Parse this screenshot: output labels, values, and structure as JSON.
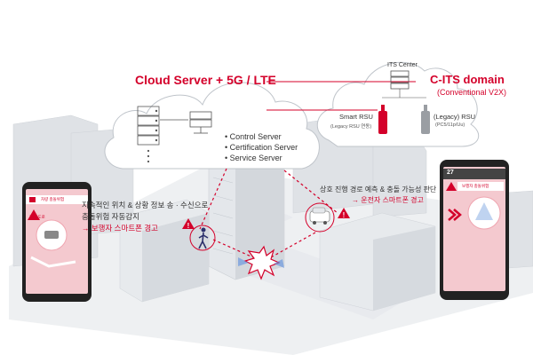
{
  "cloud": {
    "title": "Cloud Server + 5G / LTE",
    "services": [
      "• Control Server",
      "• Certification Server",
      "• Service Server"
    ]
  },
  "cits": {
    "title": "C-ITS domain",
    "subtitle": "(Conventional V2X)",
    "its_center": "ITS Center",
    "smart_rsu": "Smart RSU",
    "smart_rsu_sub": "(Legacy RSU 연동)",
    "legacy_rsu": "(Legacy) RSU",
    "legacy_rsu_sub": "(PC5/11p/Uu)"
  },
  "pedestrian": {
    "line1": "지속적인 위치 & 상황 정보 송 · 수신으로",
    "line2": "충돌위험 자동감지",
    "alert": "→ 보행자 스마트폰 경고"
  },
  "vehicle": {
    "line1": "상호 진행 경로 예측 & 충돌 가능성 판단",
    "alert": "→ 운전자 스마트폰 경고"
  },
  "phone_left": {
    "banner": "차량 충돌위험",
    "label": "전방 도로"
  },
  "phone_right": {
    "time": "27",
    "banner": "보행자 충돌위험"
  },
  "colors": {
    "accent": "#d4002a",
    "line": "#d4002a",
    "building": "#e3e6ea",
    "phone_screen": "#f4c9cf"
  }
}
